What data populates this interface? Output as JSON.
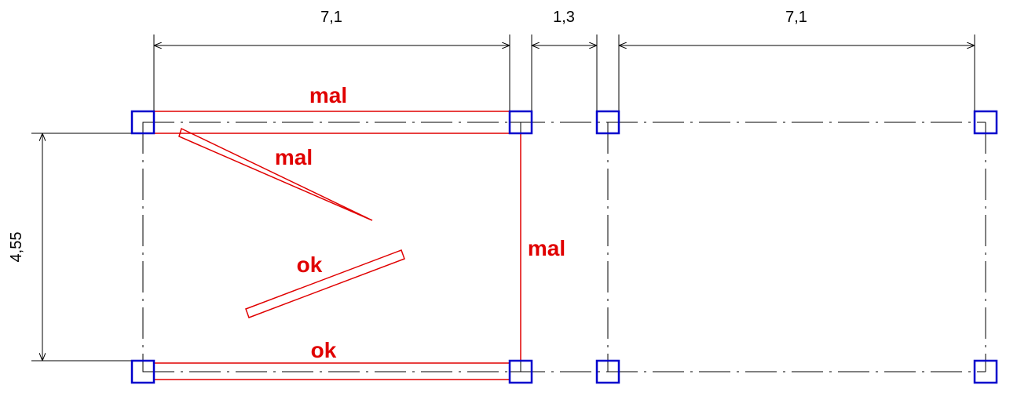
{
  "dimensions": {
    "top_left_span": "7,1",
    "top_middle_span": "1,3",
    "top_right_span": "7,1",
    "left_height": "4,55"
  },
  "annotations": {
    "top_beam": "mal",
    "diagonal_beam": "mal",
    "vertical_beam": "mal",
    "inclined_beam": "ok",
    "bottom_beam": "ok"
  },
  "colors": {
    "column_outline": "#0000cc",
    "beam_red": "#e00000",
    "dimension_line": "#000000"
  }
}
